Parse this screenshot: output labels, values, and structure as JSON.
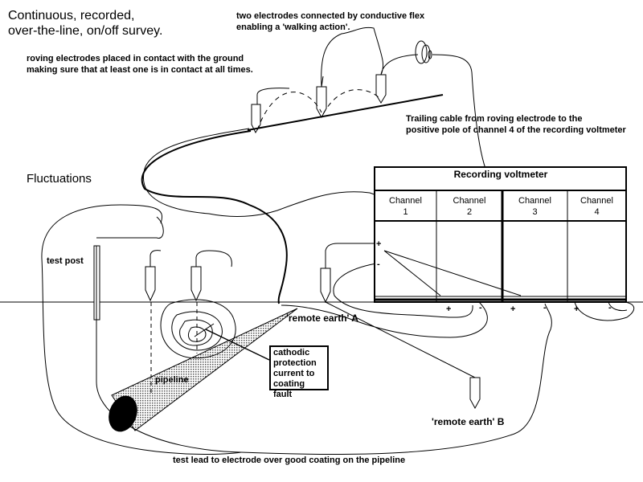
{
  "title_lines": [
    "Continuous, recorded,",
    "over-the-line, on/off survey."
  ],
  "labels": {
    "electrodes_flex": "two electrodes connected by conductive flex",
    "electrodes_flex2": "enabling a 'walking action'.",
    "roving_line1": "roving electrodes placed in contact with the ground",
    "roving_line2": "making sure that at least one is in contact at all times.",
    "trailing_line1": "Trailing cable from roving electrode to the",
    "trailing_line2": "positive pole of channel 4 of the recording voltmeter",
    "fluctuations": "Fluctuations",
    "test_post": "test post",
    "remote_earth_a": "'remote earth' A",
    "remote_earth_b": "'remote earth' B",
    "pipeline": "pipeline",
    "test_lead": "test lead to electrode over good coating on the pipeline",
    "plus": "+",
    "minus": "-"
  },
  "cp_box_lines": [
    "cathodic",
    "protection",
    "current to",
    "coating  fault"
  ],
  "voltmeter": {
    "title": "Recording voltmeter",
    "channels": [
      {
        "line1": "Channel",
        "line2": "1"
      },
      {
        "line1": "Channel",
        "line2": "2"
      },
      {
        "line1": "Channel",
        "line2": "3"
      },
      {
        "line1": "Channel",
        "line2": "4"
      }
    ]
  }
}
